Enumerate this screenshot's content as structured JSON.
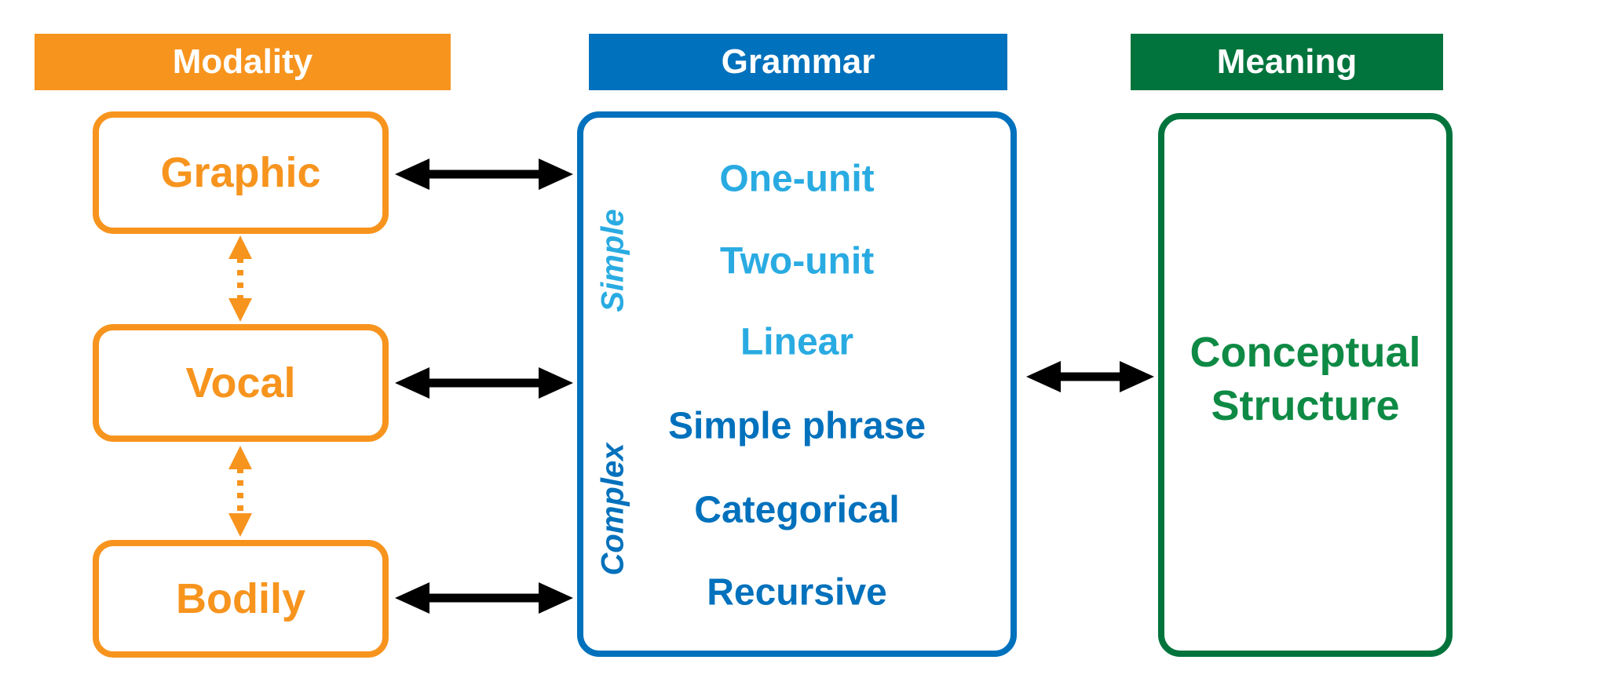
{
  "modality": {
    "header": "Modality",
    "boxes": [
      {
        "label": "Graphic"
      },
      {
        "label": "Vocal"
      },
      {
        "label": "Bodily"
      }
    ]
  },
  "grammar": {
    "header": "Grammar",
    "group_labels": {
      "simple": "Simple",
      "complex": "Complex"
    },
    "simple_items": [
      "One-unit",
      "Two-unit",
      "Linear"
    ],
    "complex_items": [
      "Simple phrase",
      "Categorical",
      "Recursive"
    ]
  },
  "meaning": {
    "header": "Meaning",
    "box_label": "Conceptual Structure"
  },
  "colors": {
    "modality_orange": "#F7941E",
    "grammar_blue": "#0071BC",
    "simple_cyan": "#29ABE2",
    "meaning_green_dark": "#00743C",
    "meaning_green_text": "#0E8A45",
    "arrow_black": "#000000"
  }
}
